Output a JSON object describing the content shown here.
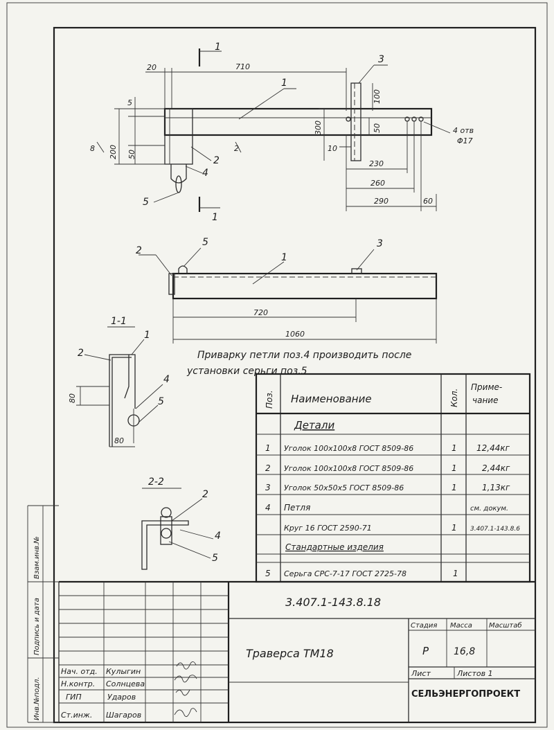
{
  "dimensions": {
    "d20": "20",
    "d710": "710",
    "d5": "5",
    "d200": "200",
    "d50": "50",
    "d8": "8",
    "d2": "2",
    "d300": "300",
    "d10": "10",
    "d100": "100",
    "d230": "230",
    "d260": "260",
    "d290": "290",
    "d60": "60",
    "d720": "720",
    "d1060": "1060",
    "d80": "80"
  },
  "labels": {
    "section_mark": "1",
    "hole_note": "4 отв",
    "hole_diameter": "Φ17",
    "section_1_1": "1-1",
    "section_2_2": "2-2"
  },
  "callouts": {
    "p1": "1",
    "p2": "2",
    "p3": "3",
    "p4": "4",
    "p5": "5"
  },
  "note": {
    "line1": "Приварку петли поз.4 производить после",
    "line2": "установки серьги поз.5"
  },
  "spec_table": {
    "headers": {
      "pos": "Поз.",
      "name": "Наименование",
      "qty": "Кол.",
      "note_line1": "Приме-",
      "note_line2": "чание"
    },
    "section_details": "Детали",
    "section_standard": "Стандартные изделия",
    "rows": [
      {
        "pos": "1",
        "name": "Уголок 100x100x8 ГОСТ 8509-86",
        "qty": "1",
        "note": "12,44кг"
      },
      {
        "pos": "2",
        "name": "Уголок 100x100x8 ГОСТ 8509-86",
        "qty": "1",
        "note": "2,44кг"
      },
      {
        "pos": "3",
        "name": "Уголок 50x50x5 ГОСТ 8509-86",
        "qty": "1",
        "note": "1,13кг"
      },
      {
        "pos": "4",
        "name": "Петля",
        "qty": "",
        "note": "см. докум."
      },
      {
        "pos": "",
        "name": "Круг 16 ГОСТ 2590-71",
        "qty": "1",
        "note": "3.407.1-143.8.6"
      },
      {
        "pos": "5",
        "name": "Серьга СРС-7-17 ГОСТ 2725-78",
        "qty": "1",
        "note": ""
      }
    ]
  },
  "title_block": {
    "code": "3.407.1-143.8.18",
    "title": "Траверса ТМ18",
    "stage_label": "Стадия",
    "mass_label": "Масса",
    "scale_label": "Масштаб",
    "stage": "Р",
    "mass": "16,8",
    "sheet_label": "Лист",
    "sheets_label": "Листов 1",
    "organization": "СЕЛЬЭНЕРГОПРОЕКТ"
  },
  "signatures": [
    {
      "role": "Нач. отд.",
      "name": "Кулыгин"
    },
    {
      "role": "Н.контр.",
      "name": "Солнцева"
    },
    {
      "role": "ГИП",
      "name": "Ударов"
    },
    {
      "role": "Ст.инж.",
      "name": "Шагаров"
    }
  ],
  "side_strip": {
    "replaces": "Взам.инв.№",
    "signature_date": "Подпись и дата",
    "original": "Инв.№подл."
  }
}
